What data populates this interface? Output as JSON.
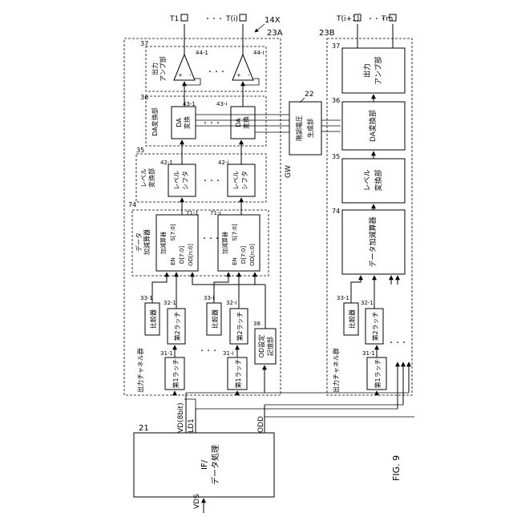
{
  "figure": {
    "fig_label": "FIG. 9",
    "ref_device": "14X",
    "ref_23A": "23A",
    "ref_23B": "23B",
    "ref_21": "21",
    "ref_22": "22",
    "ref_gw": "GW"
  },
  "block21": {
    "label_line1": "IF/",
    "label_line2": "データ処理"
  },
  "signals": {
    "vds": "VDS",
    "vd": "VD(8bit)",
    "ld1": "LD1",
    "odd": "ODD"
  },
  "block22": {
    "line1": "階調電圧",
    "line2": "生成部"
  },
  "panelA": {
    "out_ch_group": "出力チャネル群",
    "sec_amp": {
      "ref": "37",
      "line1": "出力",
      "line2": "アンプ部"
    },
    "sec_da": {
      "ref": "36",
      "line1": "DA変換部"
    },
    "sec_ls": {
      "ref": "35",
      "line1": "レベル",
      "line2": "変換部"
    },
    "sec_adder": {
      "ref": "74",
      "line1": "データ",
      "line2": "加減算器"
    },
    "amp1_ref": "44-1",
    "ampi_ref": "44-i",
    "da1_ref": "43-1",
    "dai_ref": "43-i",
    "ls1_ref": "42-1",
    "lsi_ref": "42-i",
    "add1_ref": "71-1",
    "addi_ref": "71-i",
    "cmp1_ref": "33-1",
    "cmpi_ref": "33-i",
    "l2_1_ref": "32-1",
    "l2_i_ref": "32-i",
    "l1_1_ref": "31-1",
    "l1_i_ref": "31-i",
    "od_ref": "38",
    "da_text1": "DA",
    "da_text2": "変換",
    "ls_text1": "レベル",
    "ls_text2": "シフタ",
    "adder_title": "加減算器",
    "adder_s": "S[7:0]",
    "adder_en": "EN",
    "adder_d": "D[7:0]",
    "adder_od": "OD[n:0]",
    "cmp_text": "比較器",
    "l2_text": "第2ラッチ",
    "l1_text": "第1ラッチ",
    "od_line1": "OD設定",
    "od_line2": "記憶部",
    "term1": "T1",
    "termi": "T(i)",
    "ellipsis": "・・・"
  },
  "panelB": {
    "out_ch_group": "出力チャネル群",
    "amp_ref": "37",
    "da_ref": "36",
    "ls_ref": "35",
    "adder_ref": "74",
    "cmp_ref": "33-1",
    "l2_ref": "32-1",
    "l1_ref": "31-1",
    "amp_line1": "出力",
    "amp_line2": "アンプ部",
    "da_text": "DA変換部",
    "ls_line1": "レベル",
    "ls_line2": "変換部",
    "adder_text": "データ加減算器",
    "cmp_text": "比較器",
    "l2_text": "第2ラッチ",
    "l1_text": "第1ラッチ",
    "term_a": "T(i+1)",
    "term_b": "Tm",
    "ellipsis": "・・・"
  }
}
